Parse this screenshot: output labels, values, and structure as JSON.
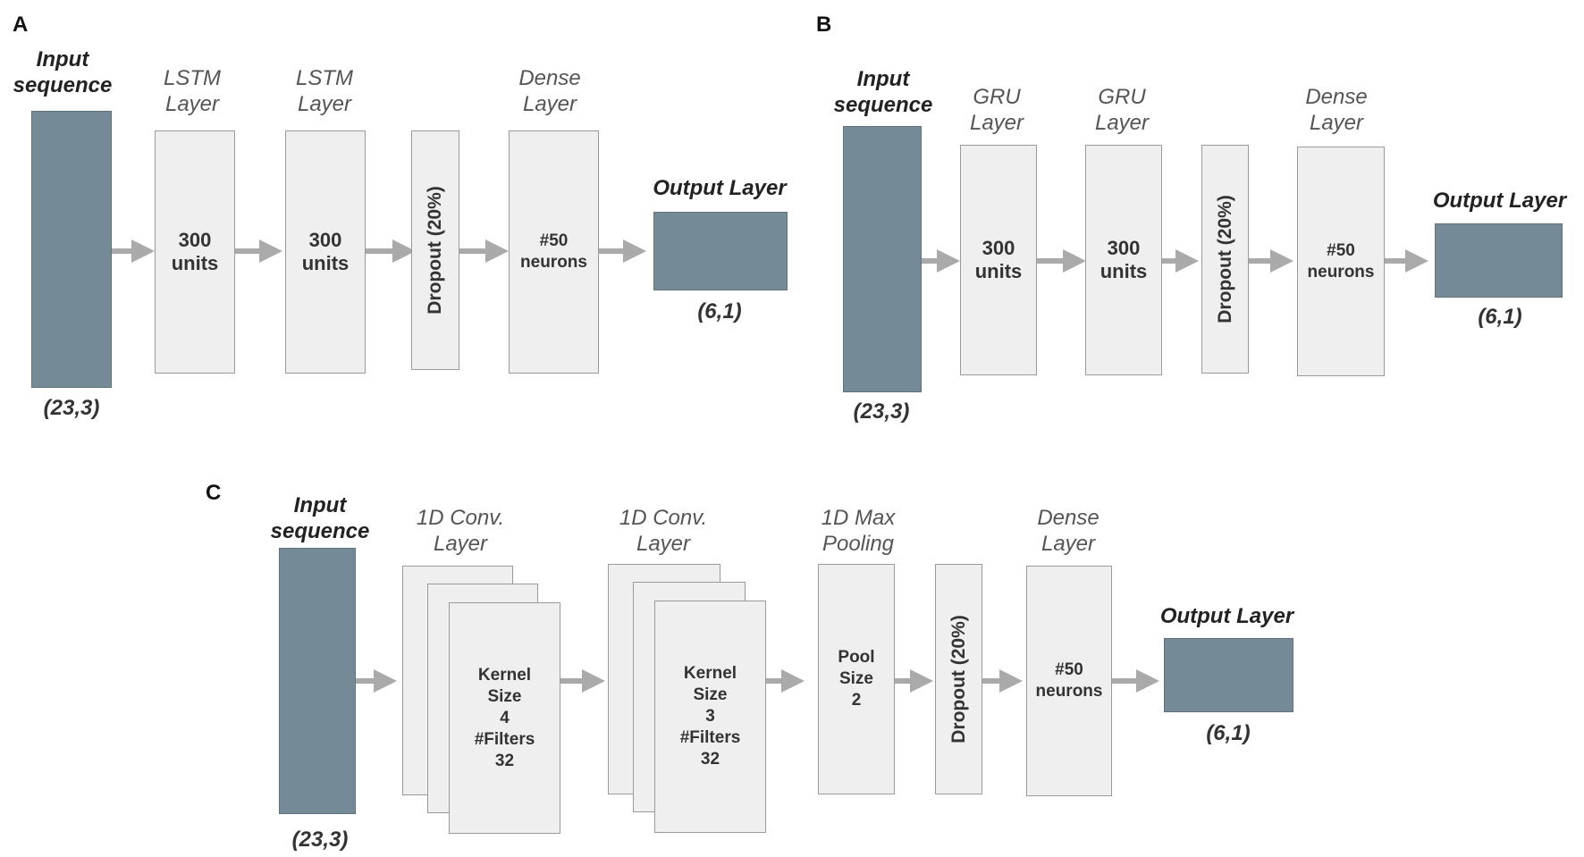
{
  "colors": {
    "input_block": "#758a97",
    "layer_block": "#efefef",
    "arrow": "#aaaaaa"
  },
  "panelA": {
    "letter": "A",
    "input_label": "Input\nsequence",
    "input_shape": "(23,3)",
    "layer1_label": "LSTM\nLayer",
    "layer1_text": "300\nunits",
    "layer2_label": "LSTM\nLayer",
    "layer2_text": "300\nunits",
    "dropout_text": "Dropout (20%)",
    "dense_label": "Dense\nLayer",
    "dense_text": "#50\nneurons",
    "output_label": "Output Layer",
    "output_shape": "(6,1)"
  },
  "panelB": {
    "letter": "B",
    "input_label": "Input\nsequence",
    "input_shape": "(23,3)",
    "layer1_label": "GRU\nLayer",
    "layer1_text": "300\nunits",
    "layer2_label": "GRU\nLayer",
    "layer2_text": "300\nunits",
    "dropout_text": "Dropout (20%)",
    "dense_label": "Dense\nLayer",
    "dense_text": "#50\nneurons",
    "output_label": "Output Layer",
    "output_shape": "(6,1)"
  },
  "panelC": {
    "letter": "C",
    "input_label": "Input\nsequence",
    "input_shape": "(23,3)",
    "conv1_label": "1D Conv.\nLayer",
    "conv1_text": "Kernel\nSize\n4\n#Filters\n32",
    "conv2_label": "1D Conv.\nLayer",
    "conv2_text": "Kernel\nSize\n3\n#Filters\n32",
    "pool_label": "1D Max\nPooling",
    "pool_text": "Pool\nSize\n2",
    "dropout_text": "Dropout (20%)",
    "dense_label": "Dense\nLayer",
    "dense_text": "#50\nneurons",
    "output_label": "Output Layer",
    "output_shape": "(6,1)"
  }
}
